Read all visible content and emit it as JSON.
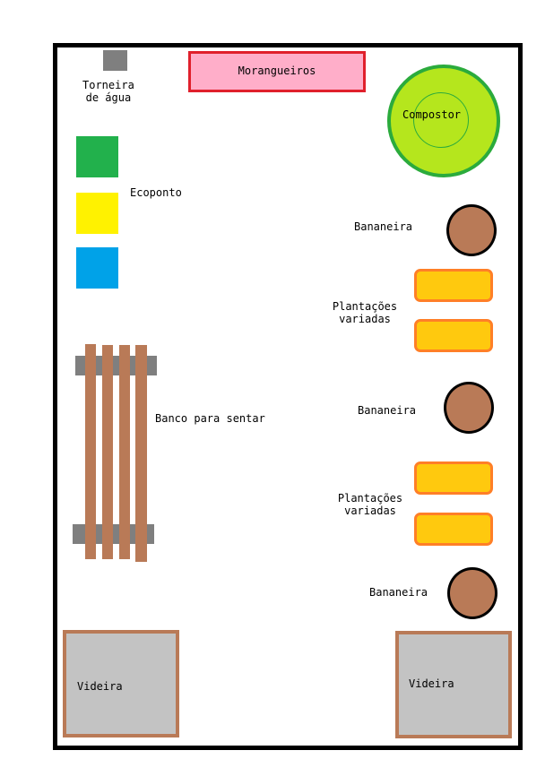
{
  "labels": {
    "water_tap": "Torneira\nde água",
    "strawberries": "Morangueiros",
    "compost": "Compostor",
    "recycling": "Ecoponto",
    "banana_1": "Bananeira",
    "banana_2": "Bananeira",
    "banana_3": "Bananeira",
    "mixed_1": "Plantações\nvariadas",
    "mixed_2": "Plantações\nvariadas",
    "bench": "Banco para sentar",
    "vine_left": "Videira",
    "vine_right": "Videira"
  },
  "colors": {
    "frame": "#000000",
    "tap": "#7f7f7f",
    "strawberry_fill": "#ffaec9",
    "strawberry_border": "#e0202c",
    "compost_fill": "#b5e61d",
    "compost_border": "#2bab3c",
    "bin_green": "#22b14c",
    "bin_yellow": "#fff200",
    "bin_blue": "#00a2e8",
    "banana_fill": "#b97a57",
    "bed_fill": "#ffc90e",
    "bed_border": "#ff7f27",
    "bench_support": "#7f7f7f",
    "bench_plank": "#b97a57",
    "vine_fill": "#c3c3c3",
    "vine_border": "#b97a57"
  }
}
